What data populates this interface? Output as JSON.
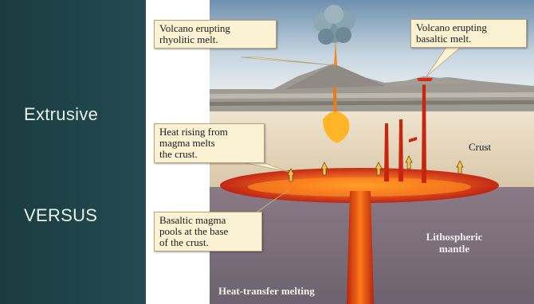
{
  "slide": {
    "left_words": [
      "Extrusive",
      "VERSUS"
    ]
  },
  "figure": {
    "callouts": {
      "rhyolitic": "Volcano erupting\nrhyolitic melt.",
      "basaltic": "Volcano erupting\nbasaltic melt.",
      "heat_rising": "Heat rising from\nmagma melts\nthe crust.",
      "basaltic_pools": "Basaltic magma\npools at the base\nof the crust."
    },
    "labels": {
      "crust": "Crust",
      "mantle": "Lithospheric\nmantle",
      "heat_transfer": "Heat-transfer melting"
    }
  },
  "colors": {
    "panel": "#1a3c40",
    "crust": "#e8dcc6",
    "mantle": "#8b7f8a",
    "magma": "#e83a12",
    "callout_bg": "#fbf1d3"
  }
}
